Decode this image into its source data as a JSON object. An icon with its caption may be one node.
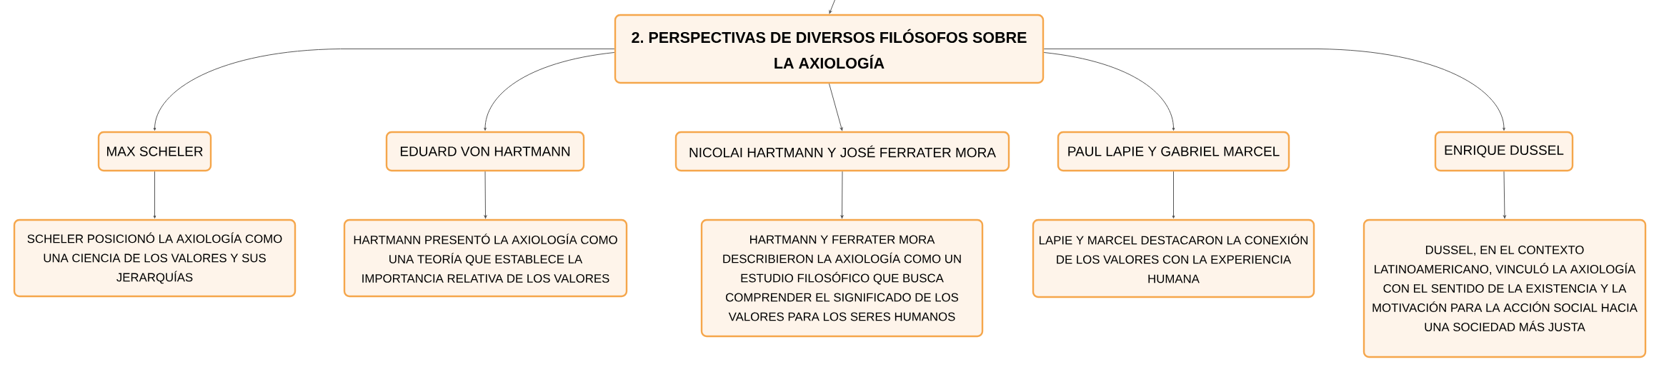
{
  "diagram": {
    "nodes": [
      {
        "text": [
          "2. PERSPECTIVAS DE DIVERSOS FILÓSOFOS SOBRE LA AXIOLOGÍA"
        ]
      },
      {
        "text": [
          "MAX SCHELER"
        ]
      },
      {
        "text": [
          "EDUARD VON HARTMANN"
        ]
      },
      {
        "text": [
          "NICOLAI HARTMANN Y JOSÉ FERRATER MORA"
        ]
      },
      {
        "text": [
          "PAUL LAPIE Y GABRIEL MARCEL"
        ]
      },
      {
        "text": [
          "ENRIQUE DUSSEL"
        ]
      },
      {
        "text": [
          "SCHELER POSICIONÓ LA AXIOLOGÍA COMO UNA CIENCIA DE LOS VALORES Y SUS JERARQUÍAS"
        ]
      },
      {
        "text": [
          "HARTMANN PRESENTÓ LA AXIOLOGÍA COMO UNA TEORÍA QUE ESTABLECE LA IMPORTANCIA RELATIVA DE LOS VALORES"
        ]
      },
      {
        "text": [
          "HARTMANN Y FERRATER MORA DESCRIBIERON LA AXIOLOGÍA COMO UN ESTUDIO FILOSÓFICO QUE BUSCA COMPRENDER EL SIGNIFICADO DE LOS VALORES PARA LOS SERES HUMANOS"
        ]
      },
      {
        "text": [
          "LAPIE Y MARCEL DESTACARON LA CONEXIÓN DE LOS VALORES CON LA EXPERIENCIA HUMANA"
        ]
      },
      {
        "text": [
          "DUSSEL, EN EL CONTEXTO LATINOAMERICANO, VINCULÓ LA AXIOLOGÍA CON EL SENTIDO DE LA EXISTENCIA Y LA MOTIVACIÓN PARA LA ACCIÓN SOCIAL HACIA UNA SOCIEDAD MÁS JUSTA"
        ]
      }
    ],
    "edges": [
      {
        "from": null,
        "to": 0,
        "arrow": "to"
      },
      {
        "from": 0,
        "to": 1,
        "arrow": "to"
      },
      {
        "from": 0,
        "to": 2,
        "arrow": "to"
      },
      {
        "from": 0,
        "to": 3,
        "arrow": "to"
      },
      {
        "from": 0,
        "to": 4,
        "arrow": "to"
      },
      {
        "from": 0,
        "to": 5,
        "arrow": "to"
      },
      {
        "from": 1,
        "to": 6,
        "arrow": "to"
      },
      {
        "from": 2,
        "to": 7,
        "arrow": "to"
      },
      {
        "from": 3,
        "to": 8,
        "arrow": "to"
      },
      {
        "from": 4,
        "to": 9,
        "arrow": "to"
      },
      {
        "from": 5,
        "to": 10,
        "arrow": "to"
      }
    ]
  }
}
